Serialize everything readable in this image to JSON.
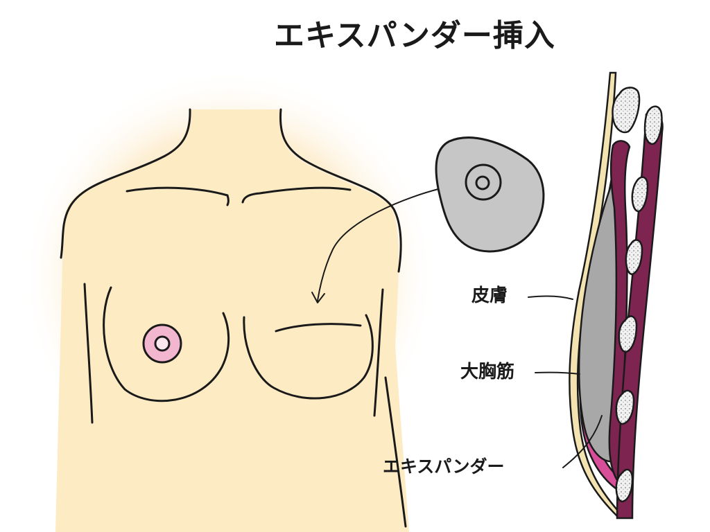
{
  "title": "エキスパンダー挿入",
  "labels": {
    "skin": "皮膚",
    "pectoralis_major": "大胸筋",
    "expander": "エキスパンダー"
  },
  "colors": {
    "skin_tone": "#fdebc4",
    "areola": "#f2b6cf",
    "muscle": "#7d2451",
    "muscle_pink": "#d94e99",
    "expander_gray": "#b4b4b4",
    "skin_layer": "#f3e3b0",
    "line": "#1a1a1a"
  }
}
